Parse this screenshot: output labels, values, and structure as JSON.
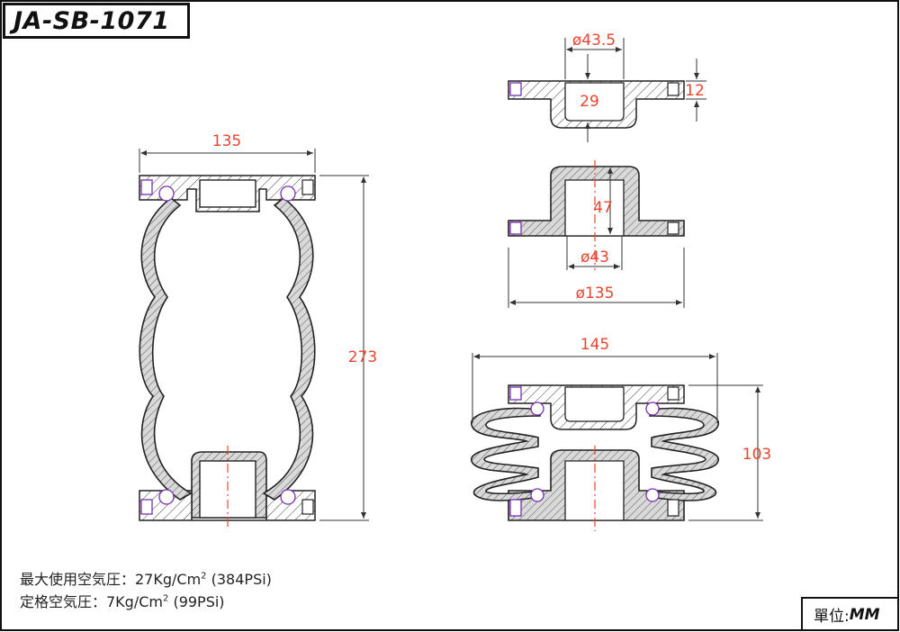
{
  "title": "JA-SB-1071",
  "specs": {
    "max_pressure_label": "最大使用空気圧：27Kg/Cm",
    "max_pressure_sup": "2",
    "max_pressure_psi": " (384PSi)",
    "rated_pressure_label": "定格空気圧：7Kg/Cm",
    "rated_pressure_sup": "2",
    "rated_pressure_psi": " (99PSi)"
  },
  "unit": {
    "label": "單位:",
    "value": "MM"
  },
  "dimensions": {
    "width_135": "135",
    "height_273": "273",
    "top_plate_dia": "ø43.5",
    "top_plate_inner": "29",
    "top_plate_thick": "12",
    "bottom_piston_height": "47",
    "bottom_piston_dia": "ø43",
    "bottom_flange_dia": "ø135",
    "compressed_width": "145",
    "compressed_height": "103"
  },
  "colors": {
    "dimension": "#e8452f",
    "line": "#222222",
    "bolt": "#7a2fb0"
  }
}
